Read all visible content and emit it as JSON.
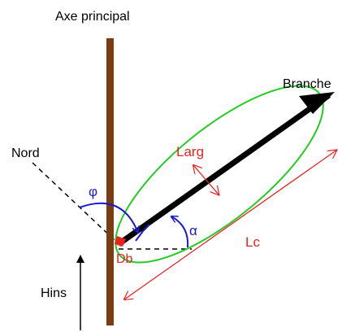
{
  "labels": {
    "main_axis": "Axe principal",
    "branch": "Branche",
    "north": "Nord",
    "phi": "φ",
    "width": "Larg",
    "alpha": "α",
    "length": "Lc",
    "base_diameter": "Db",
    "insertion_height": "Hins"
  },
  "colors": {
    "trunk": "#7a3d12",
    "branch": "#000000",
    "envelope": "#22cc22",
    "measure": "#e8231f",
    "angle": "#1a1acc",
    "text": "#000000",
    "dashed": "#000000"
  }
}
